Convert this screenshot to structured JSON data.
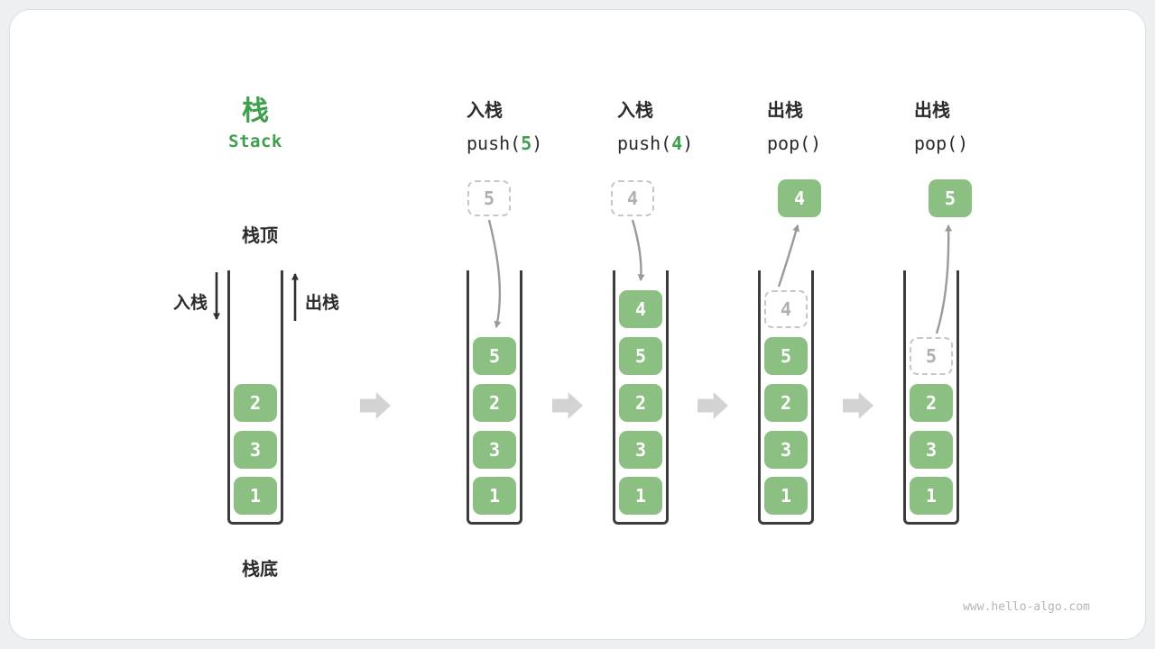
{
  "figure": {
    "title_zh": "栈",
    "title_en": "Stack",
    "watermark": "www.hello-algo.com"
  },
  "labels": {
    "stack_top": "栈顶",
    "stack_bottom": "栈底",
    "push_side": "入栈",
    "pop_side": "出栈"
  },
  "steps": [
    {
      "op_label": "",
      "code": {
        "prefix": "",
        "arg": "",
        "suffix": ""
      },
      "floating": null,
      "ghost_top": null,
      "stack": [
        "2",
        "3",
        "1"
      ]
    },
    {
      "op_label": "入栈",
      "code": {
        "prefix": "push(",
        "arg": "5",
        "suffix": ")"
      },
      "floating": {
        "value": "5",
        "style": "dashed"
      },
      "ghost_top": null,
      "stack": [
        "5",
        "2",
        "3",
        "1"
      ]
    },
    {
      "op_label": "入栈",
      "code": {
        "prefix": "push(",
        "arg": "4",
        "suffix": ")"
      },
      "floating": {
        "value": "4",
        "style": "dashed"
      },
      "ghost_top": null,
      "stack": [
        "4",
        "5",
        "2",
        "3",
        "1"
      ]
    },
    {
      "op_label": "出栈",
      "code": {
        "prefix": "pop(",
        "arg": "",
        "suffix": ")"
      },
      "floating": {
        "value": "4",
        "style": "solid"
      },
      "ghost_top": "4",
      "stack": [
        "5",
        "2",
        "3",
        "1"
      ]
    },
    {
      "op_label": "出栈",
      "code": {
        "prefix": "pop(",
        "arg": "",
        "suffix": ")"
      },
      "floating": {
        "value": "5",
        "style": "solid"
      },
      "ghost_top": "5",
      "stack": [
        "2",
        "3",
        "1"
      ]
    }
  ],
  "colors": {
    "page-bg": "#EDEFF1",
    "card-bg": "#FFFFFF",
    "green-box": "#8CC083",
    "green-accent": "#3E9F4D",
    "ink": "#2B2B2B",
    "frame": "#3C3C3C",
    "arrow-gray": "#9A9A9A",
    "arrow-light": "#D3D3D3",
    "ghost-border": "#C6C6C6",
    "ghost-text": "#AFAFAF",
    "watermark": "#B5B5B5"
  }
}
